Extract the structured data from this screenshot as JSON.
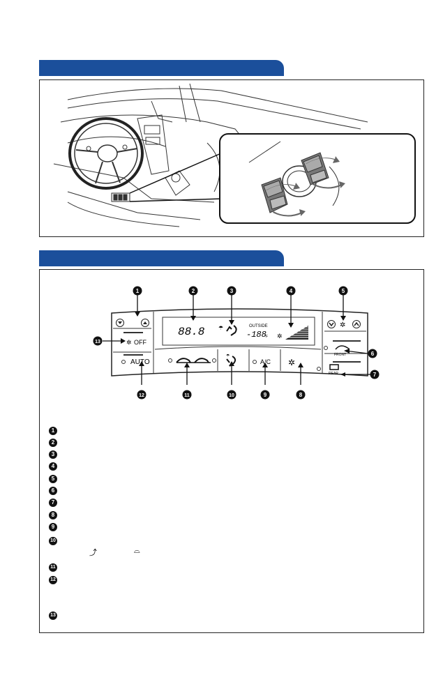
{
  "panel": {
    "temp_display": "88.8",
    "outside_label": "OUTSIDE",
    "outside_temp": "-188",
    "outside_unit": "°F",
    "off_button": "OFF",
    "auto_button": "AUTO",
    "ac_button": "A/C",
    "front_label": "FRONT",
    "rear_label": "REAR"
  },
  "callouts": [
    "1",
    "2",
    "3",
    "4",
    "5",
    "6",
    "7",
    "8",
    "9",
    "10",
    "11",
    "12",
    "13"
  ],
  "list_numbers": [
    "1",
    "2",
    "3",
    "4",
    "5",
    "6",
    "7",
    "8",
    "9",
    "10",
    "11",
    "12",
    "13"
  ]
}
